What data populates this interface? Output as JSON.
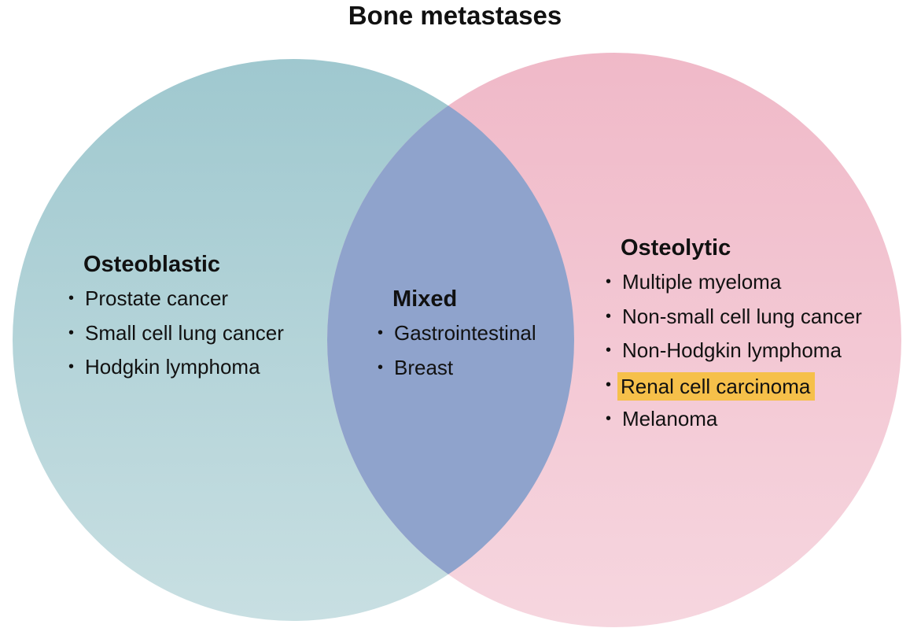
{
  "title": "Bone metastases",
  "colors": {
    "left_circle_top": "#9fc8cf",
    "left_circle_bottom": "#c8dfe2",
    "right_circle_top": "#f0b9c8",
    "right_circle_bottom": "#f6d6df",
    "overlap": "#8fa3cc",
    "highlight": "#f6c04a"
  },
  "groups": {
    "osteoblastic": {
      "heading": "Osteoblastic",
      "items": [
        "Prostate cancer",
        "Small cell lung cancer",
        "Hodgkin lymphoma"
      ]
    },
    "mixed": {
      "heading": "Mixed",
      "items": [
        "Gastrointestinal",
        "Breast"
      ]
    },
    "osteolytic": {
      "heading": "Osteolytic",
      "items": [
        "Multiple myeloma",
        "Non-small cell lung cancer",
        "Non-Hodgkin lymphoma",
        "Renal cell carcinoma",
        "Melanoma"
      ],
      "highlighted_item": "Renal cell carcinoma"
    }
  }
}
